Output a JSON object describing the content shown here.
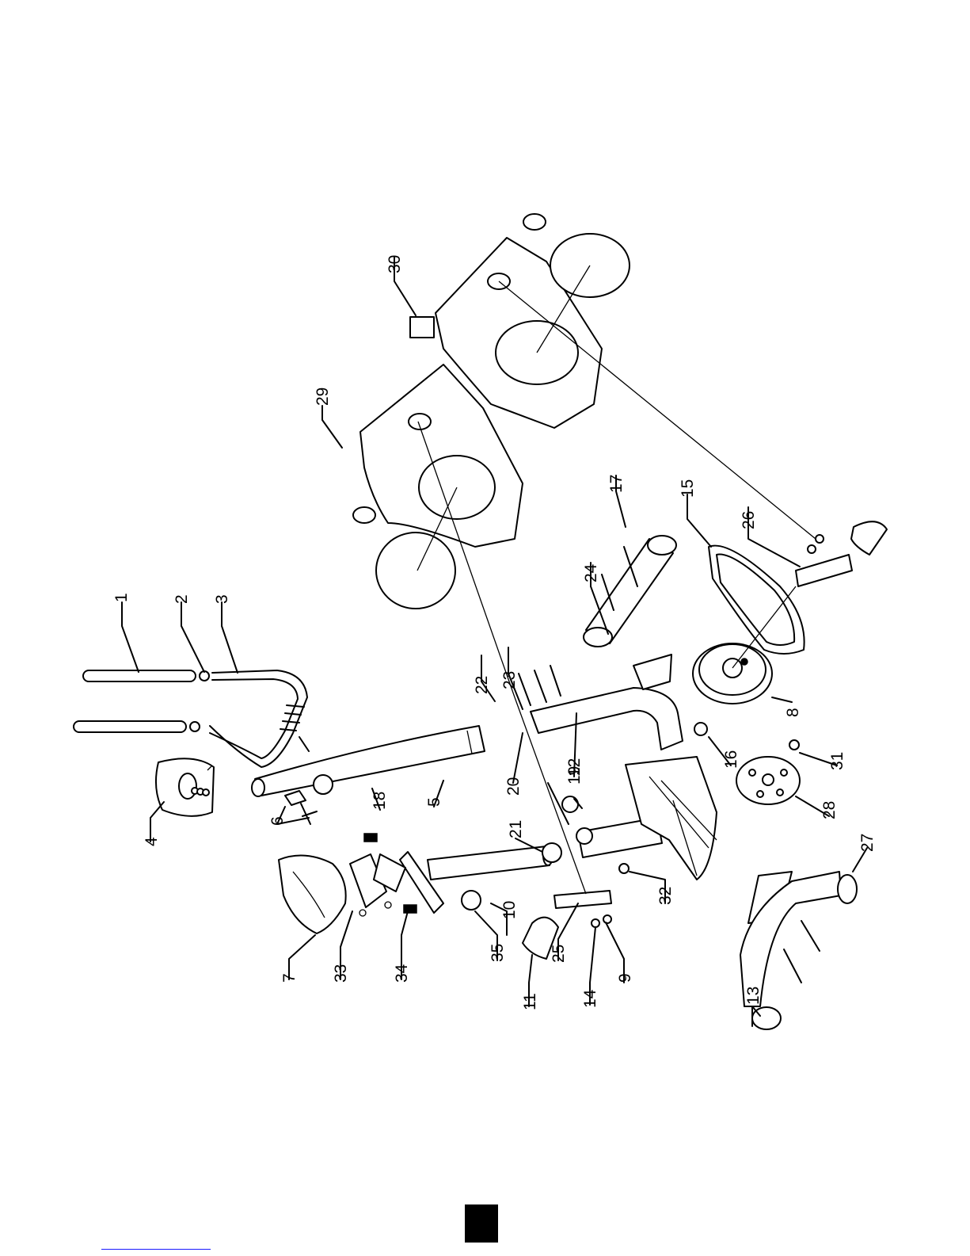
{
  "diagram": {
    "type": "exploded parts view",
    "labels": [
      "1",
      "2",
      "3",
      "4",
      "5",
      "6",
      "7",
      "8",
      "9",
      "10",
      "11",
      "12",
      "13",
      "14",
      "15",
      "16",
      "17",
      "18",
      "19",
      "20",
      "21",
      "22",
      "23",
      "24",
      "25",
      "26",
      "27",
      "28",
      "29",
      "30",
      "31",
      "32",
      "33",
      "34",
      "35"
    ]
  },
  "colors": {
    "line": "#000000",
    "background": "#ffffff",
    "link": "#1a1aff"
  }
}
